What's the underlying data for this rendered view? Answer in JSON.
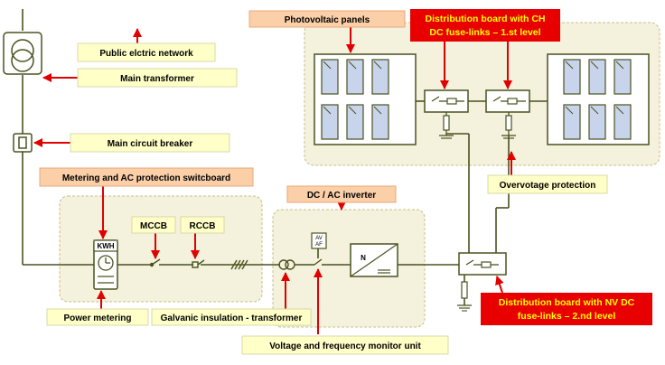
{
  "labels": {
    "public_network": "Public elctric network",
    "main_transformer": "Main transformer",
    "main_breaker": "Main circuit breaker",
    "metering_switchboard": "Metering and AC protection switcboard",
    "mccb": "MCCB",
    "rccb": "RCCB",
    "kwh": "KWH",
    "power_metering": "Power metering",
    "galvanic_insulation": "Galvanic insulation - transformer",
    "dc_ac_inverter": "DC / AC inverter",
    "voltage_frequency_monitor": "Voltage and frequency monitor unit",
    "av_af_line1": "AV",
    "av_af_line2": "AF",
    "inverter_n": "N",
    "photovoltaic_panels": "Photovoltaic panels",
    "dist_board_ch_line1": "Distribution board with  CH",
    "dist_board_ch_line2": "DC fuse-links – 1.st level",
    "overvoltage_protection": "Overvotage protection",
    "dist_board_nv_line1": "Distribution board with  NV DC",
    "dist_board_nv_line2": "fuse-links – 2.nd  level"
  },
  "colors": {
    "line": "#4a5320",
    "arrow": "#e00000",
    "yellow_label_bg": "#ffffc8",
    "yellow_label_border": "#d8d8a8",
    "orange_label_bg": "#fbcfa8",
    "orange_label_border": "#e8a878",
    "red_label_bg": "#e80000",
    "red_label_text": "#ffff00",
    "zone_bg": "#f4f1dc",
    "zone_border": "#c8c08a",
    "cell": "#c8d3ec"
  }
}
